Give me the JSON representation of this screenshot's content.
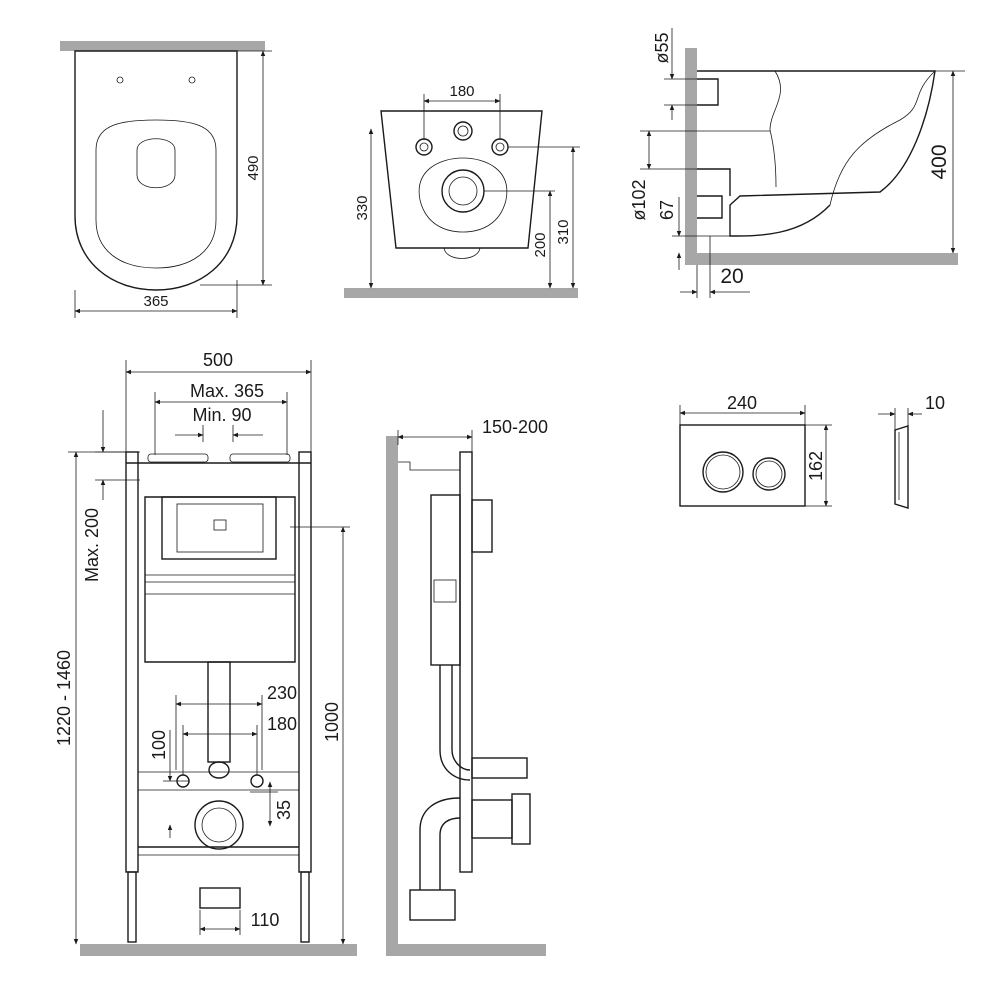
{
  "top_view": {
    "width": "365",
    "depth": "490"
  },
  "front_view": {
    "hole_spacing": "180",
    "height_total": "330",
    "height_outlet": "310",
    "height_inlet": "200"
  },
  "side_view": {
    "inlet_dia": "ø55",
    "outlet_dia": "ø102",
    "outlet_offset": "67",
    "height": "400",
    "gap": "20"
  },
  "frame_front": {
    "width": "500",
    "max_bracket": "Max. 365",
    "min_bracket": "Min. 90",
    "max_adjust": "Max. 200",
    "height_range": "1220 - 1460",
    "height": "1000",
    "outlet_spacing": "230",
    "stud_spacing": "180",
    "height_100": "100",
    "height_35": "35",
    "pipe_width": "110"
  },
  "frame_side": {
    "depth_range": "150-200"
  },
  "flush_plate": {
    "width": "240",
    "height": "162",
    "thickness": "10"
  }
}
